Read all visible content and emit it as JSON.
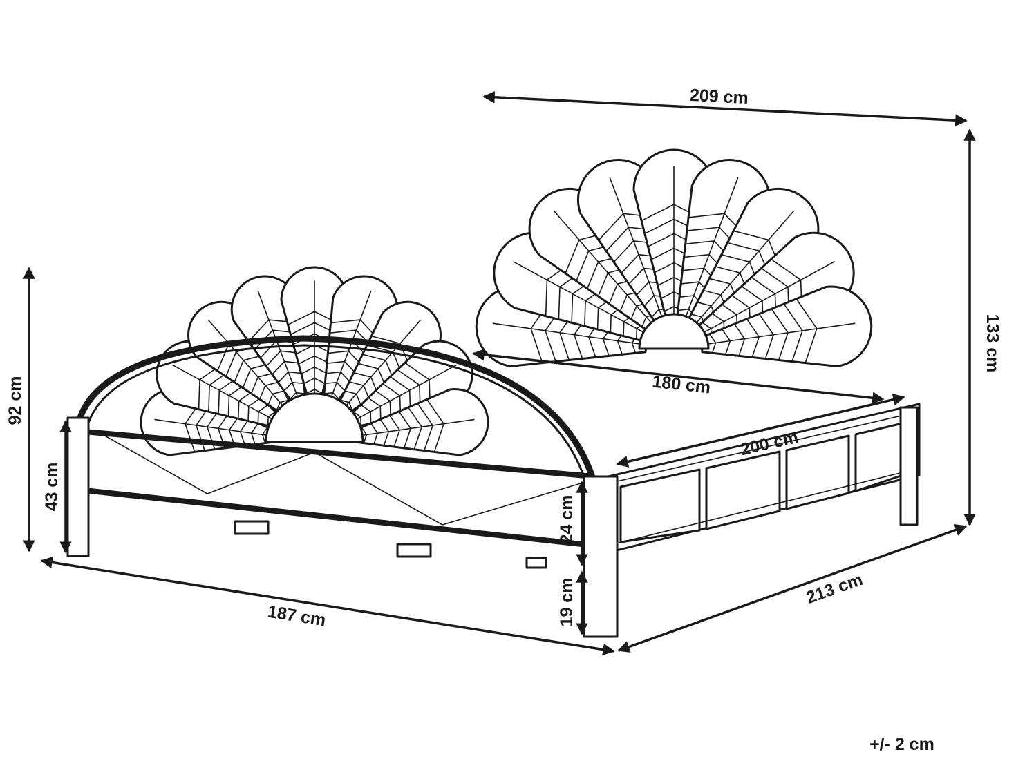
{
  "dimensions": {
    "headboard_width": "209 cm",
    "headboard_height": "133 cm",
    "inner_width": "180 cm",
    "inner_length": "200 cm",
    "footboard_height": "92 cm",
    "footboard_rail_height": "43 cm",
    "side_rail_height": "24 cm",
    "leg_clearance": "19 cm",
    "total_width": "187 cm",
    "total_length": "213 cm"
  },
  "tolerance": "+/- 2 cm",
  "colors": {
    "line": "#1a1a1a",
    "background": "#ffffff"
  }
}
